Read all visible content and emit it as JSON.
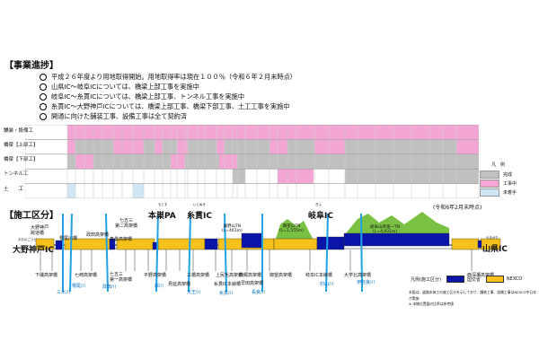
{
  "progress_section": {
    "title": "【事業進捗】",
    "bullets": [
      "平成２６年度より用地取得開始。用地取得率は現在１００％（令和６年２月末時点）",
      "山県IC～岐阜ICについては、橋梁上部工事を実施中",
      "岐阜IC～糸貫ICについては、橋梁上部工事、トンネル工事を実施中",
      "糸貫IC～大野神戸ICについては、橋梁上部工事、橋梁下部工事、土工工事を実施中",
      "開通に向けた舗装工事、設備工事は全て契約済"
    ]
  },
  "gantt": {
    "rows": [
      "舗装・設備工",
      "橋梁【上部工】",
      "橋梁【下部工】",
      "トンネル工",
      "土　　工"
    ],
    "legend": {
      "title": "凡　例",
      "items": [
        {
          "label": "完成",
          "color": "#c0c0c0"
        },
        {
          "label": "工事中",
          "color": "#f3a6d4"
        },
        {
          "label": "未着手",
          "color": "#cfe6f6"
        }
      ]
    },
    "colors": {
      "complete": "#c0c0c0",
      "in_progress": "#f3a6d4",
      "not_started": "#cfe6f6",
      "grid": "#d0d0d0"
    }
  },
  "date_note": "(令和6年2月末時点)",
  "section_map": {
    "title": "【施工区分】",
    "interchanges": [
      {
        "name": "大野神戸IC",
        "furigana": "おおのごうど"
      },
      {
        "name": "本巣PA",
        "furigana": "もとす"
      },
      {
        "name": "糸貫IC",
        "furigana": "いとぬき"
      },
      {
        "name": "岐阜IC",
        "furigana": "ぎふ"
      },
      {
        "name": "山県IC",
        "furigana": "やまがた"
      }
    ],
    "structures": [
      {
        "name": "大野神戸",
        "line2": "跨道橋"
      },
      {
        "name": "根尾川橋",
        "line2": ""
      },
      {
        "name": "七崎高架橋",
        "line2": ""
      },
      {
        "name": "七五三",
        "line2": "第二高架橋"
      },
      {
        "name": "政田高架橋",
        "line2": ""
      },
      {
        "name": "真桑高架橋",
        "line2": ""
      },
      {
        "name": "七五三",
        "line2": "第一高架橋"
      },
      {
        "name": "平野高架橋",
        "line2": ""
      },
      {
        "name": "見延高架橋",
        "line2": ""
      },
      {
        "name": "三橋高架橋",
        "line2": ""
      },
      {
        "name": "上尻毛高架橋",
        "line2": ""
      },
      {
        "name": "西郷高架橋",
        "line2": ""
      },
      {
        "name": "早田高架橋",
        "line2": ""
      },
      {
        "name": "糸貫IC本線橋",
        "line2": ""
      },
      {
        "name": "粟野高架橋",
        "line2": ""
      },
      {
        "name": "御望高架橋",
        "line2": ""
      },
      {
        "name": "岐阜IC本線橋",
        "line2": ""
      },
      {
        "name": "大学北高架橋",
        "line2": ""
      },
      {
        "name": "下磯高架橋",
        "line2": ""
      },
      {
        "name": "西深瀬高架橋",
        "line2": ""
      }
    ],
    "rivers": [
      "三水川",
      "根尾川",
      "政田川",
      "犀川",
      "天王川",
      "糸貫川",
      "長良川",
      "伊自良川",
      "村山川",
      "鳥羽川"
    ],
    "tunnels": [
      {
        "name": "粟野山TN",
        "length": "(L=461m)"
      },
      {
        "name": "御望山TN",
        "length": "(L=1,555m)"
      },
      {
        "name": "岐阜山県第一TN",
        "length": "(L=4,931m)"
      }
    ],
    "legend": {
      "title": "凡例(施工区分)",
      "items": [
        {
          "label": "国交省",
          "color": "#0a14a8"
        },
        {
          "label": "NEXCO",
          "color": "#f5c11a"
        }
      ]
    },
    "notes": [
      "本図は、道路本体工の施工区分を示しており、舗装工事、設備工事はNEXCO中日本が実施",
      "※ 本線位置図の比率は参考値"
    ]
  }
}
